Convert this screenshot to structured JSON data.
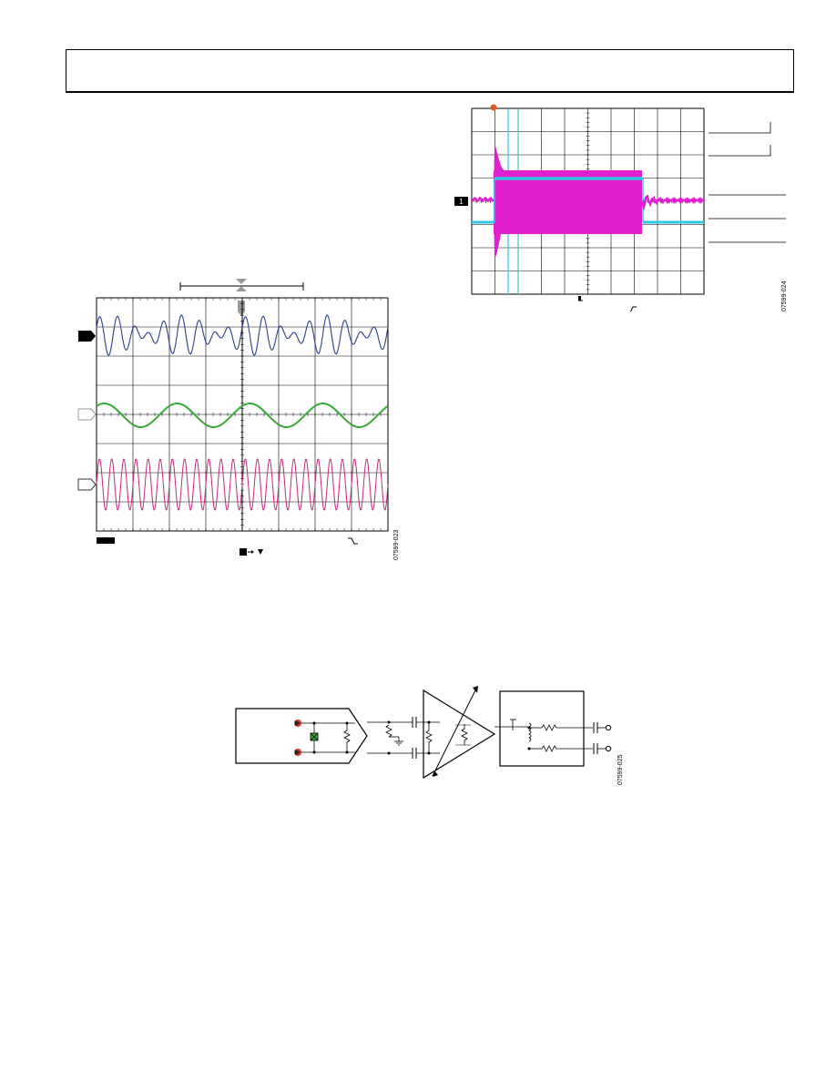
{
  "figures": [
    {
      "id": "scope-wave-figure",
      "figure_id": "07599-023",
      "traces": [
        {
          "name": "",
          "color": "#2c3e8c"
        },
        {
          "name": "",
          "color": "#3aaa35"
        },
        {
          "name": "",
          "color": "#c2287a"
        }
      ]
    },
    {
      "id": "scope-burst-figure",
      "figure_id": "07599-024",
      "traces": [
        {
          "name": "",
          "color": "#e020d0"
        },
        {
          "name": "",
          "color": "#30c8e0"
        }
      ]
    },
    {
      "id": "circuit-diagram-figure",
      "figure_id": "07599-025"
    }
  ],
  "colors": {
    "grid": "#000000",
    "trace_blue": "#2c3e8c",
    "trace_green": "#3aaa35",
    "trace_magenta": "#c2287a",
    "burst_magenta": "#e020d0",
    "burst_cyan": "#30c8e0",
    "diode_red": "#e03020"
  }
}
